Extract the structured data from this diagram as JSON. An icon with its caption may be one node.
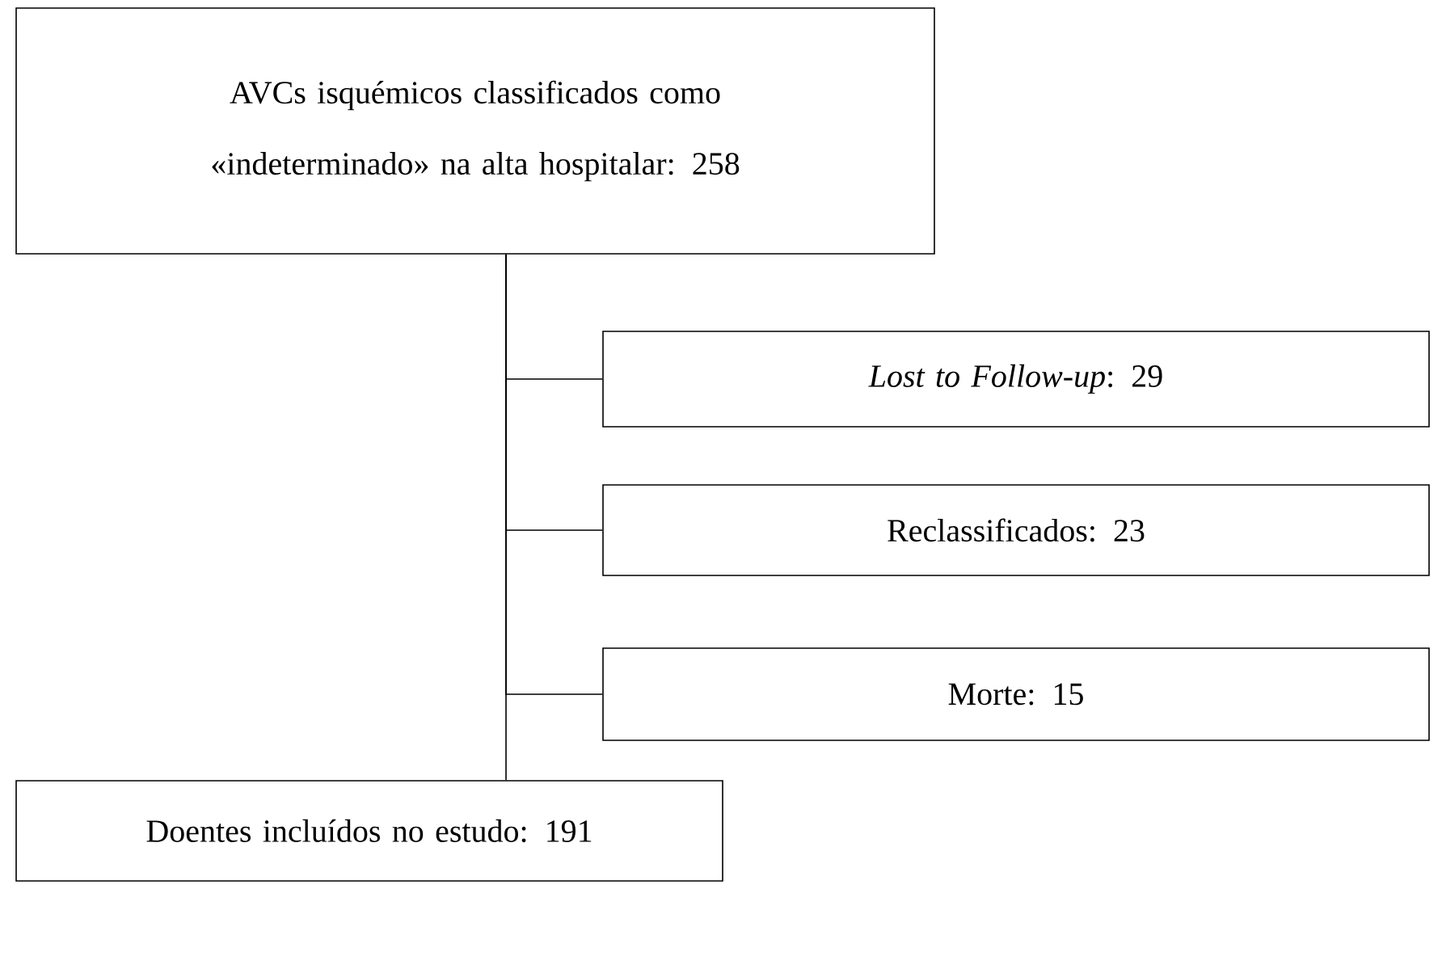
{
  "diagram": {
    "nodes": [
      {
        "text": [
          "AVCs isquémicos classificados como «indeterminado» na alta hospitalar: 258"
        ]
      },
      {
        "text": [
          "*Lost to Follow-up*: 29"
        ]
      },
      {
        "text": [
          "Reclassificados: 23"
        ]
      },
      {
        "text": [
          "Morte: 15"
        ]
      },
      {
        "text": [
          "Doentes incluídos no estudo: 191"
        ]
      }
    ],
    "edges": [
      {
        "from": 0,
        "to": 4,
        "arrow": "none"
      },
      {
        "from": 0,
        "to": 1,
        "arrow": "none"
      },
      {
        "from": 0,
        "to": 2,
        "arrow": "none"
      },
      {
        "from": 0,
        "to": 3,
        "arrow": "none"
      }
    ]
  }
}
